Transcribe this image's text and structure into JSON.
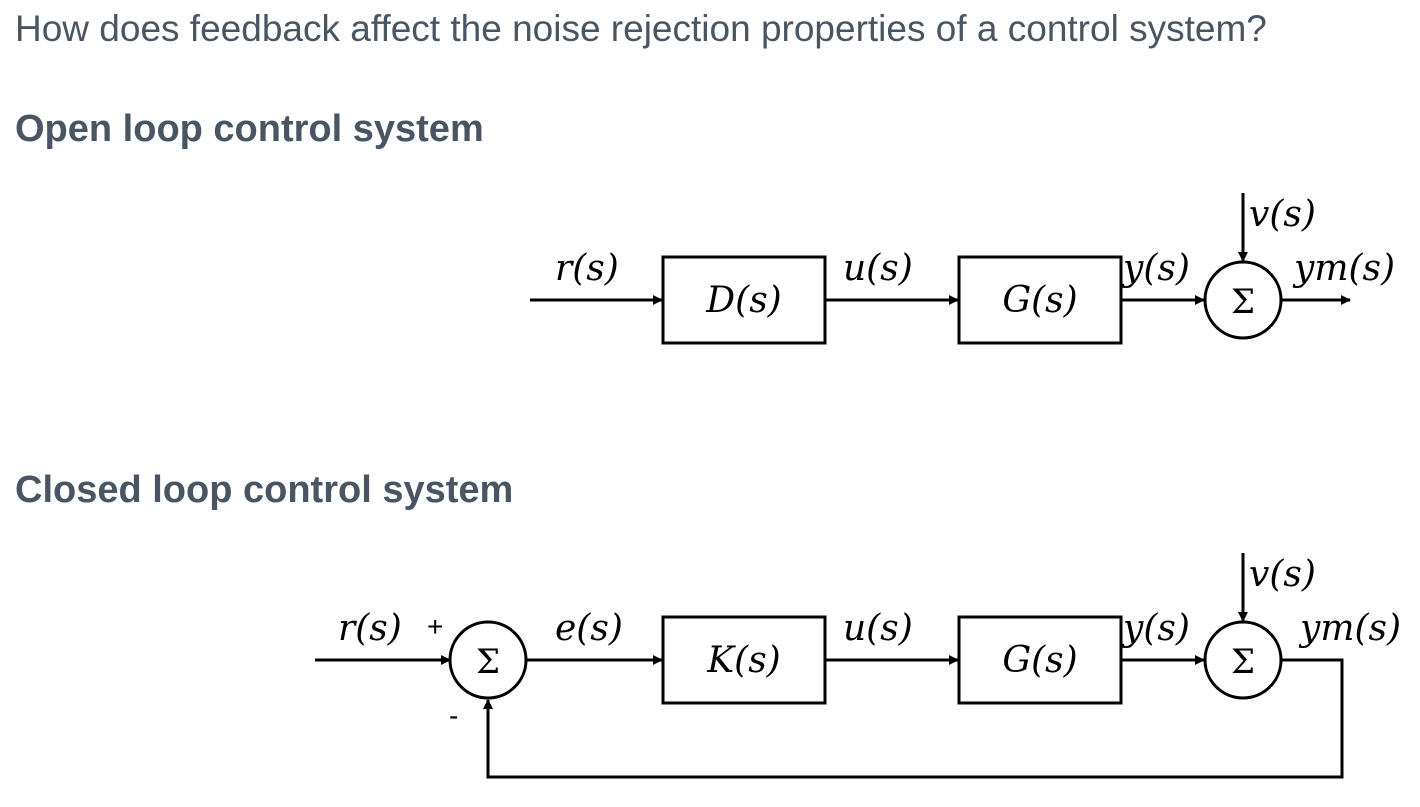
{
  "question": "How does feedback affect the noise rejection properties of a control system?",
  "open_loop": {
    "heading": "Open loop control system",
    "input": "r(s)",
    "block1": "D(s)",
    "signal1": "u(s)",
    "block2": "G(s)",
    "output": "y(s)",
    "noise": "v(s)",
    "sum_symbol": "Σ",
    "measured": "ym(s)"
  },
  "closed_loop": {
    "heading": "Closed loop control system",
    "input": "r(s)",
    "plus_sign": "+",
    "minus_sign": "-",
    "sum1_symbol": "Σ",
    "error": "e(s)",
    "block1": "K(s)",
    "signal1": "u(s)",
    "block2": "G(s)",
    "output": "y(s)",
    "noise": "v(s)",
    "sum2_symbol": "Σ",
    "measured": "ym(s)"
  }
}
